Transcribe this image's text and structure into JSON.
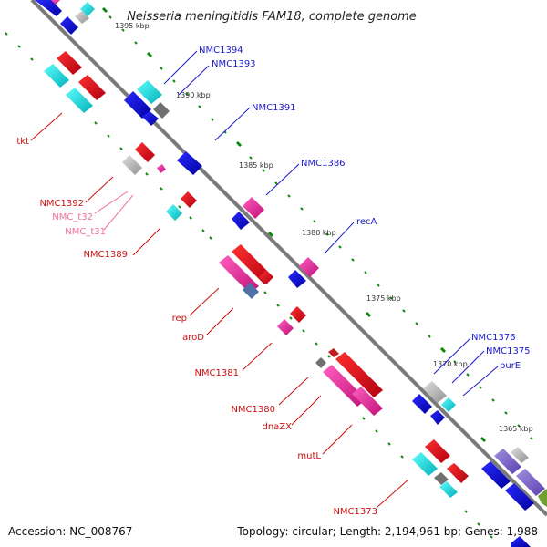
{
  "title": "Neisseria meningitidis FAM18, complete genome",
  "footer": {
    "accession": "Accession: NC_008767",
    "summary": "Topology: circular; Length: 2,194,961 bp; Genes: 1,988"
  },
  "ticks": [
    {
      "label": "1395 kbp"
    },
    {
      "label": "1390 kbp"
    },
    {
      "label": "1385 kbp"
    },
    {
      "label": "1380 kbp"
    },
    {
      "label": "1375 kbp"
    },
    {
      "label": "1370 kbp"
    },
    {
      "label": "1365 kbp"
    }
  ],
  "genes_right": [
    {
      "label": "NMC1394"
    },
    {
      "label": "NMC1393"
    },
    {
      "label": "NMC1391"
    },
    {
      "label": "NMC1386"
    },
    {
      "label": "recA"
    },
    {
      "label": "NMC1376"
    },
    {
      "label": "NMC1375"
    },
    {
      "label": "purE"
    }
  ],
  "genes_left": [
    {
      "label": "tkt"
    },
    {
      "label": "NMC1392"
    },
    {
      "label": "NMC_t32"
    },
    {
      "label": "NMC_t31"
    },
    {
      "label": "NMC1389"
    },
    {
      "label": "rep"
    },
    {
      "label": "aroD"
    },
    {
      "label": "NMC1381"
    },
    {
      "label": "NMC1380"
    },
    {
      "label": "dnaZX"
    },
    {
      "label": "mutL"
    },
    {
      "label": "NMC1373"
    }
  ],
  "colors": {
    "backbone": "#7a7a7a",
    "forward_blue": "#1010d0",
    "reverse_red": "#e00010",
    "trna_pink": "#f8a0c8",
    "cyan": "#10e0e0",
    "magenta": "#f040a0",
    "label_blue": "#1a1acc",
    "label_red": "#cc1010",
    "label_pink": "#ee6fa0",
    "tick_green": "#0a8a0a"
  }
}
